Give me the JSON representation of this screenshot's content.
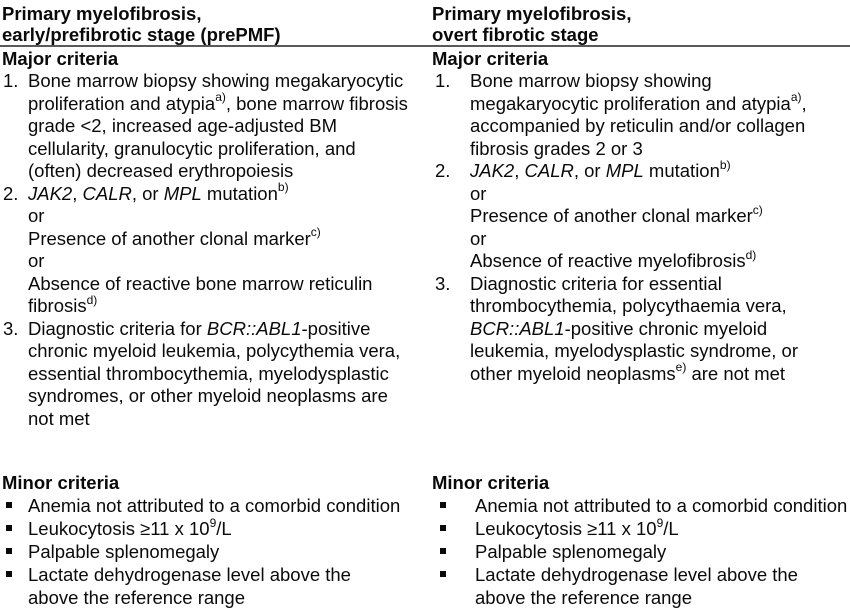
{
  "table": {
    "rule_color": "#595959",
    "text_color": "#0a0a0a",
    "background_color": "#ffffff",
    "columns": [
      {
        "id": "prepmf",
        "title_lines": [
          "Primary myelofibrosis,",
          "early/prefibrotic stage (prePMF)"
        ],
        "major_heading": "Major criteria",
        "major_items": [
          {
            "number": "1.",
            "lines": [
              [
                {
                  "t": "Bone marrow biopsy showing megakaryocytic"
                }
              ],
              [
                {
                  "t": "proliferation and atypia"
                },
                {
                  "t": "a)",
                  "sup": true
                },
                {
                  "t": ", bone marrow fibrosis"
                }
              ],
              [
                {
                  "t": "grade <2, increased age-adjusted BM"
                }
              ],
              [
                {
                  "t": "cellularity, granulocytic proliferation, and"
                }
              ],
              [
                {
                  "t": "(often) decreased erythropoiesis"
                }
              ]
            ]
          },
          {
            "number": "2.",
            "lines": [
              [
                {
                  "t": "JAK2",
                  "i": true
                },
                {
                  "t": ", "
                },
                {
                  "t": "CALR",
                  "i": true
                },
                {
                  "t": ", or "
                },
                {
                  "t": "MPL",
                  "i": true
                },
                {
                  "t": " mutation"
                },
                {
                  "t": "b)",
                  "sup": true
                }
              ],
              [
                {
                  "t": "or"
                }
              ],
              [
                {
                  "t": "Presence of another clonal marker"
                },
                {
                  "t": "c)",
                  "sup": true
                }
              ],
              [
                {
                  "t": "or"
                }
              ],
              [
                {
                  "t": "Absence of reactive bone marrow reticulin"
                }
              ],
              [
                {
                  "t": "fibrosis"
                },
                {
                  "t": "d)",
                  "sup": true
                }
              ]
            ]
          },
          {
            "number": "3.",
            "lines": [
              [
                {
                  "t": "Diagnostic criteria for "
                },
                {
                  "t": "BCR::ABL1",
                  "i": true
                },
                {
                  "t": "-positive"
                }
              ],
              [
                {
                  "t": "chronic myeloid leukemia, polycythemia vera,"
                }
              ],
              [
                {
                  "t": "essential thrombocythemia, myelodysplastic"
                }
              ],
              [
                {
                  "t": "syndromes, or other myeloid neoplasms are"
                }
              ],
              [
                {
                  "t": "not met"
                }
              ]
            ]
          }
        ],
        "minor_heading": "Minor criteria",
        "minor_items": [
          {
            "lines": [
              [
                {
                  "t": "Anemia not attributed to a comorbid condition"
                }
              ]
            ]
          },
          {
            "lines": [
              [
                {
                  "t": "Leukocytosis ≥11 x 10"
                },
                {
                  "t": "9",
                  "sup": true
                },
                {
                  "t": "/L"
                }
              ]
            ]
          },
          {
            "lines": [
              [
                {
                  "t": "Palpable splenomegaly"
                }
              ]
            ]
          },
          {
            "lines": [
              [
                {
                  "t": "Lactate dehydrogenase level above the"
                }
              ],
              [
                {
                  "t": "above the reference range"
                }
              ]
            ]
          }
        ]
      },
      {
        "id": "overt",
        "title_lines": [
          "Primary myelofibrosis,",
          "overt fibrotic stage"
        ],
        "major_heading": "Major criteria",
        "major_items": [
          {
            "number": "1.",
            "lines": [
              [
                {
                  "t": "Bone marrow biopsy showing"
                }
              ],
              [
                {
                  "t": "megakaryocytic proliferation and atypia"
                },
                {
                  "t": "a)",
                  "sup": true
                },
                {
                  "t": ","
                }
              ],
              [
                {
                  "t": "accompanied by reticulin and/or collagen"
                }
              ],
              [
                {
                  "t": "fibrosis grades 2 or 3"
                }
              ]
            ]
          },
          {
            "number": "2.",
            "lines": [
              [
                {
                  "t": "JAK2",
                  "i": true
                },
                {
                  "t": ", "
                },
                {
                  "t": "CALR",
                  "i": true
                },
                {
                  "t": ", or "
                },
                {
                  "t": "MPL",
                  "i": true
                },
                {
                  "t": " mutation"
                },
                {
                  "t": "b)",
                  "sup": true
                }
              ],
              [
                {
                  "t": "or"
                }
              ],
              [
                {
                  "t": "Presence of another clonal marker"
                },
                {
                  "t": "c)",
                  "sup": true
                }
              ],
              [
                {
                  "t": "or"
                }
              ],
              [
                {
                  "t": "Absence of reactive myelofibrosis"
                },
                {
                  "t": "d)",
                  "sup": true
                }
              ]
            ]
          },
          {
            "number": "3.",
            "lines": [
              [
                {
                  "t": "Diagnostic criteria for essential"
                }
              ],
              [
                {
                  "t": "thrombocythemia, polycythaemia vera,"
                }
              ],
              [
                {
                  "t": "BCR::ABL1",
                  "i": true
                },
                {
                  "t": "-positive chronic myeloid"
                }
              ],
              [
                {
                  "t": "leukemia, myelodysplastic syndrome, or"
                }
              ],
              [
                {
                  "t": "other myeloid neoplasms"
                },
                {
                  "t": "e)",
                  "sup": true
                },
                {
                  "t": " are not met"
                }
              ]
            ]
          }
        ],
        "minor_heading": "Minor criteria",
        "minor_items": [
          {
            "lines": [
              [
                {
                  "t": "Anemia not attributed to a comorbid condition"
                }
              ]
            ]
          },
          {
            "lines": [
              [
                {
                  "t": "Leukocytosis ≥11 x 10"
                },
                {
                  "t": "9",
                  "sup": true
                },
                {
                  "t": "/L"
                }
              ]
            ]
          },
          {
            "lines": [
              [
                {
                  "t": "Palpable splenomegaly"
                }
              ]
            ]
          },
          {
            "lines": [
              [
                {
                  "t": "Lactate dehydrogenase level above the"
                }
              ],
              [
                {
                  "t": "above the reference range"
                }
              ]
            ]
          }
        ]
      }
    ]
  }
}
